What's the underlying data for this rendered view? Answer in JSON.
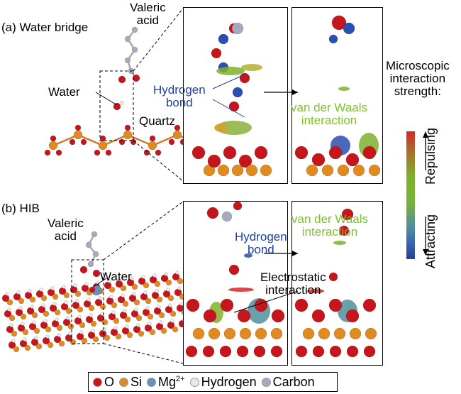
{
  "panel_a": {
    "label": "(a) Water bridge",
    "valeric_acid": "Valeric\nacid",
    "water": "Water",
    "quartz": "Quartz",
    "hydrogen_bond": "Hydrogen\nbond",
    "vdw": "van der Waals\ninteraction"
  },
  "panel_b": {
    "label": "(b) HIB",
    "valeric_acid": "Valeric\nacid",
    "water": "Water",
    "hydrogen_bond": "Hydrogen\nbond",
    "vdw": "van der Waals\ninteraction",
    "electrostatic": "Electrostatic\ninteraction"
  },
  "colorbar": {
    "title": "Microscopic\ninteraction\nstrength:",
    "top_label": "Repulsing",
    "bottom_label": "Attracting",
    "colors": [
      "#d9262a",
      "#7fb02d",
      "#2a3f8a"
    ]
  },
  "legend": [
    {
      "label": "O",
      "color": "#c4161c"
    },
    {
      "label": "Si",
      "color": "#e08a22"
    },
    {
      "label": "Mg",
      "sup": "2+",
      "color": "#6a8fb8"
    },
    {
      "label": "Hydrogen",
      "color": "#e8e8e8"
    },
    {
      "label": "Carbon",
      "color": "#a8a8c0"
    }
  ]
}
